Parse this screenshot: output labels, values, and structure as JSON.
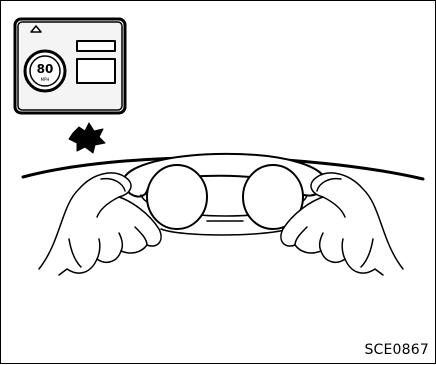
{
  "figure": {
    "code": "SCE0867",
    "speedometer_reading": "80",
    "speedometer_unit": "MPH"
  }
}
